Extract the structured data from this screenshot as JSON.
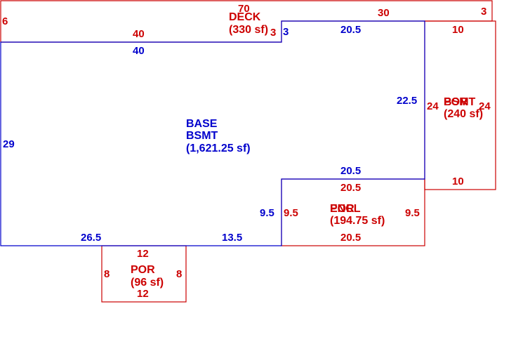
{
  "colors": {
    "base": "#0000cc",
    "addition": "#cc0000",
    "background": "#ffffff"
  },
  "areas": {
    "base": {
      "name_1": "BASE",
      "name_2": "BSMT",
      "area": "(1,621.25 sf)"
    },
    "deck": {
      "name": "DECK",
      "area": "(330 sf)"
    },
    "bsmt": {
      "name_1": "BSMT",
      "name_2": "POR",
      "area": "(240 sf)"
    },
    "encl": {
      "name_1": "ENCL",
      "name_2": "POR",
      "area": "(194.75 sf)"
    },
    "porch": {
      "name": "POR",
      "area": "(96 sf)"
    }
  },
  "dimensions": {
    "deck_top": "70",
    "deck_left": "6",
    "deck_right": "3",
    "deck_bottom_left": "40",
    "deck_bottom_right": "30",
    "deck_inner": "3",
    "base_top_left": "40",
    "base_step": "3",
    "base_top_right": "20.5",
    "base_left": "29",
    "base_right": "22.5",
    "base_bottom_left": "26.5",
    "base_bottom_mid": "13.5",
    "base_notch_top": "20.5",
    "base_notch_left": "9.5",
    "bsmt_top": "10",
    "bsmt_left": "24",
    "bsmt_right": "24",
    "bsmt_bottom": "10",
    "encl_top": "20.5",
    "encl_left": "9.5",
    "encl_right": "9.5",
    "encl_bottom": "20.5",
    "porch_top": "12",
    "porch_left": "8",
    "porch_right": "8",
    "porch_bottom": "12"
  }
}
